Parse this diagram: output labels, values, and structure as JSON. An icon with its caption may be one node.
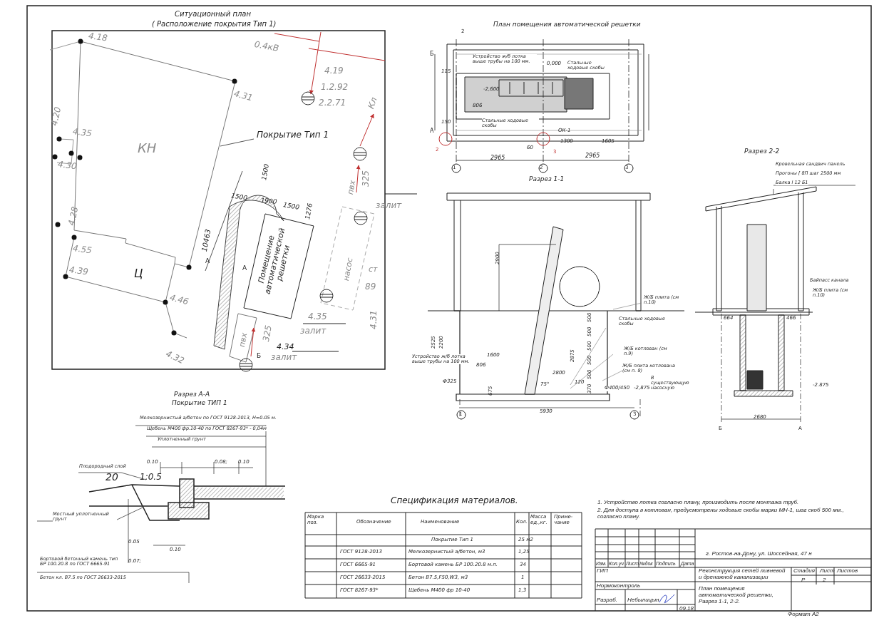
{
  "diagram": {
    "labels": [
      "Ситуационный план",
      "( Расположение покрытия Тип 1)",
      "4.18",
      "0.4кВ",
      "4.19",
      "1.2.92",
      "2.2.71",
      "4.31",
      "Кл",
      "4.20",
      "4.35",
      "КН",
      "4.30",
      "Покрытие Тип 1",
      "1500",
      "1500",
      "1900",
      "1500",
      "1276",
      "пвх",
      "325",
      "залит",
      "4.28",
      "10463",
      "4.55",
      "А",
      "А",
      "Помещение автоматической решетки",
      "насос",
      "ст",
      "89",
      "4.39",
      "Ц",
      "4.46",
      "4.35",
      "залит",
      "4.31",
      "пвх",
      "325",
      "4.34",
      "Б",
      "залит",
      "4.32",
      "План помещения автоматической решетки",
      "2",
      "Б",
      "Устройство ж/б лотка выше трубы на 100 мм.",
      "0,000",
      "Стальные ходовые скобы",
      "115",
      "-2,600",
      "806",
      "Стальные ходовые скобы",
      "150",
      "А",
      "ОК-1",
      "60",
      "1300",
      "1605",
      "2965",
      "2965",
      "1",
      "2",
      "3",
      "2",
      "3",
      "Разрез 1-1",
      "2900",
      "Ж/Б плита (см п.10)",
      "Стальные ходовые скобы",
      "2525",
      "2200",
      "500",
      "500",
      "500",
      "500",
      "500",
      "370",
      "2875",
      "Ж/Б котлован (см п.9)",
      "Ж/Б плита котлована (см п. 8)",
      "Устройство ж/б лотка выше трубы на 100 мм.",
      "1600",
      "806",
      "Ф325",
      "675",
      "2800",
      "75°",
      "120",
      "Ф400/450",
      "-2,875",
      "В существующую насосную",
      "5930",
      "1",
      "3",
      "Разрез 2-2",
      "Кровельная сандвич панель",
      "Прогоны [ 8П шаг 2500 мм",
      "Балка I 12 Б1",
      "Байпасс канала",
      "Ж/Б плита (см п.10)",
      "664",
      "466",
      "-2.875",
      "2680",
      "Б",
      "А",
      "Разрез А-А",
      "Покрытие ТИП 1",
      "Мелкозернистый а/бетон по ГОСТ 9128-2013, Н=0.05 м.",
      "Щебень М400 фр.10-40 по ГОСТ 8267-93* - 0,04м",
      "Уплотненный грунт",
      "0.10",
      "0.08;",
      "0.10",
      "Плодородный слой",
      "20",
      "1:0.5",
      "Местный уплотненный грунт",
      "0.05",
      "0.10",
      "Бортовой бетонный камень тип БР 100.20.8 по ГОСТ 6665-91",
      "0.07;",
      "Бетон кл. В7.5 по ГОСТ 26633-2015",
      "Спецификация материалов.",
      "Марка поз.",
      "Обозначение",
      "Наименование",
      "Кол.",
      "Масса ед.,кг.",
      "Приме-чание",
      "Покрытие Тип 1",
      "25 м2",
      "ГОСТ 9128-2013",
      "Мелкозернистый а/бетон, м3",
      "1,25",
      "ГОСТ 6665-91",
      "Бортовой камень БР 100.20.8 м.п.",
      "34",
      "ГОСТ 26633-2015",
      "Бетон В7.5,F50,W3, м3",
      "1",
      "ГОСТ 8267-93*",
      "Щебень М400 фр 10-40",
      "1,3",
      "1. Устройство лотка согласно плану, производить после монтажа труб.",
      "2. Для доступа в котлован, предусмотрены ходовые скобы марки МН-1, шаг скоб 500 мм., согласно плану.",
      "Изм.",
      "Кол.уч",
      "Лист",
      "№док",
      "Подпись",
      "Дата",
      "г. Ростов-на-Дону, ул. Шоссейная, 47 н",
      "ГИП",
      "Нормоконтроль",
      "Разраб.",
      "Небылицын",
      "09.18",
      "Реконструкция сетей ливневой и дренажной канализации",
      "Стадия",
      "Лист",
      "Листов",
      "Р",
      "2",
      "План помещения автоматической решетки, Разрез 1-1, 2-2.",
      "Формат А2"
    ]
  }
}
